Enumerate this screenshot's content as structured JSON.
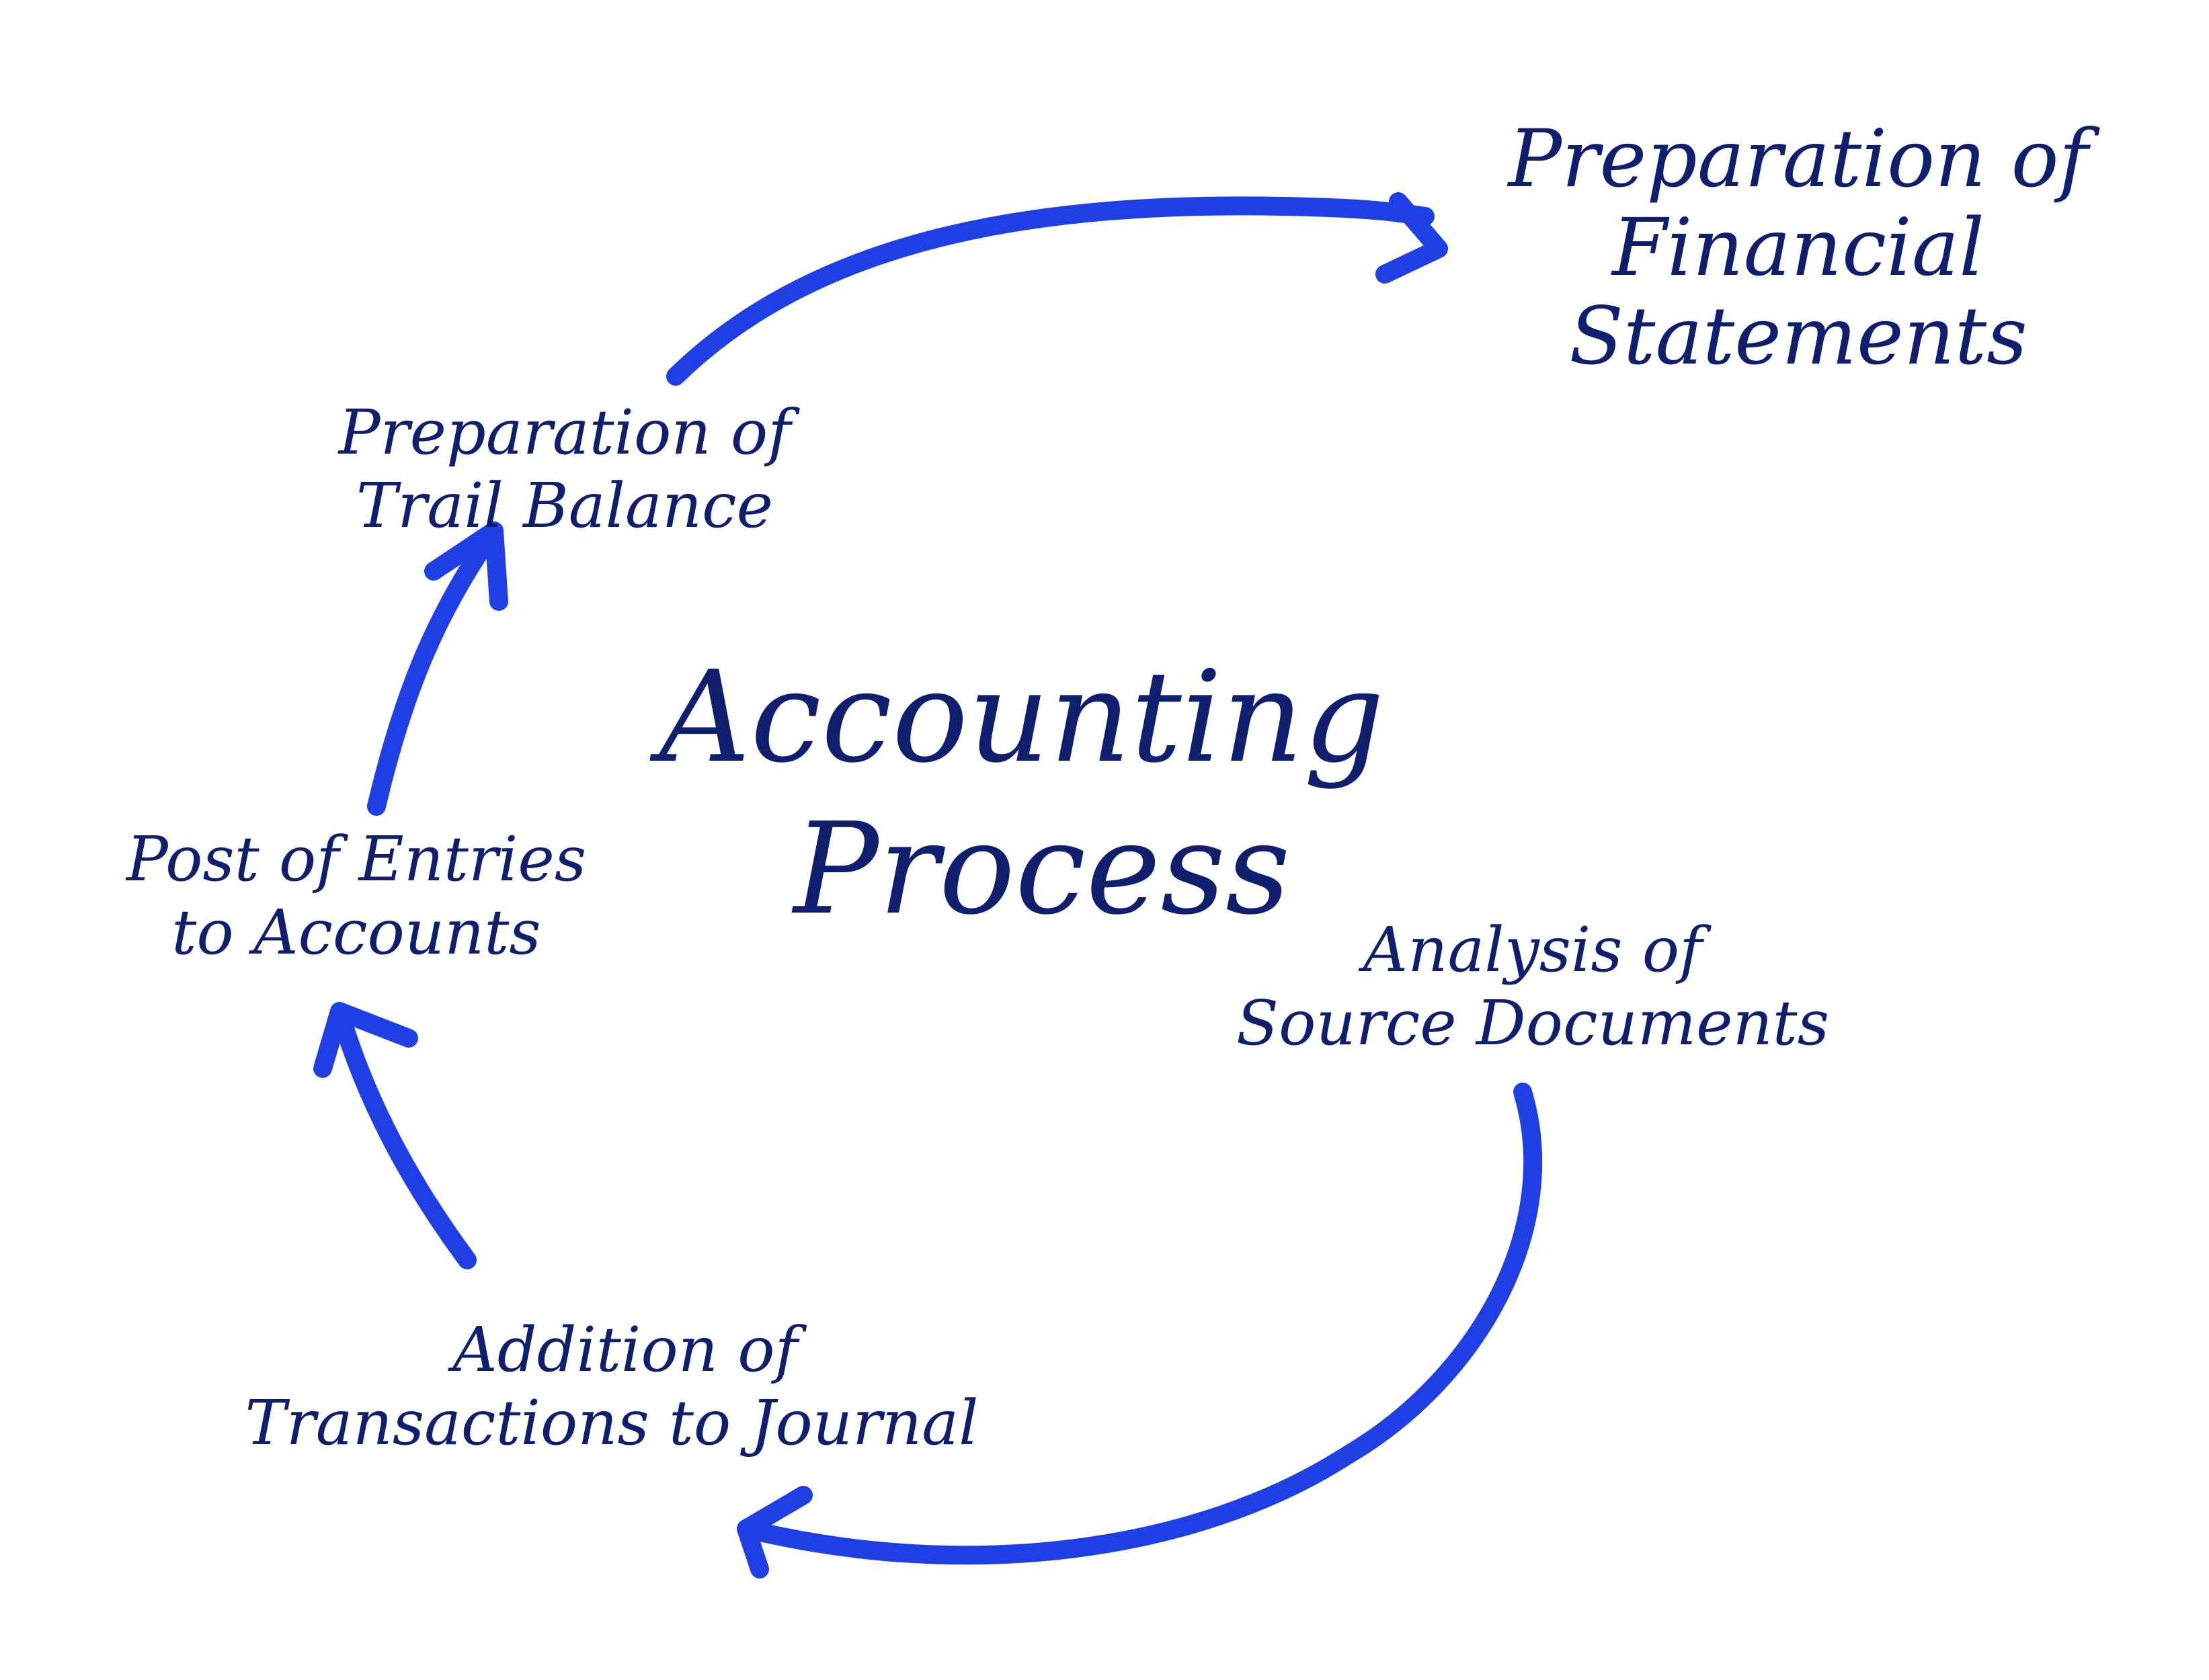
{
  "colors": {
    "text": "#0f1f6e",
    "arrow": "#1e3fe3",
    "background": "#ffffff"
  },
  "diagram": {
    "title": [
      "Accounting",
      "Process"
    ],
    "steps": {
      "financial_statements": [
        "Preparation of",
        "Financial",
        "Statements"
      ],
      "trail_balance": [
        "Preparation of",
        "Trail Balance"
      ],
      "post_entries": [
        "Post of Entries",
        "to Accounts"
      ],
      "source_documents": [
        "Analysis of",
        "Source Documents"
      ],
      "transactions_journal": [
        "Addition of",
        "Transactions to Journal"
      ]
    }
  }
}
